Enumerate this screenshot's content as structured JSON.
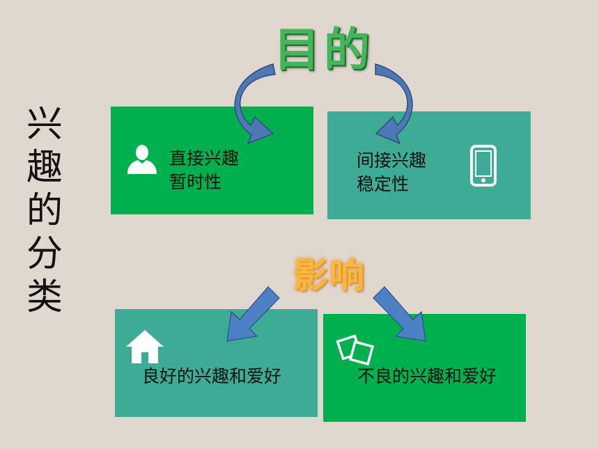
{
  "side_title": [
    "兴",
    "趣",
    "的",
    "分",
    "类"
  ],
  "purpose_heading": "目的",
  "influence_heading": "影响",
  "boxes": {
    "direct": {
      "line1": "直接兴趣",
      "line2": "暂时性",
      "icon": "person-icon"
    },
    "indirect": {
      "line1": "间接兴趣",
      "line2": "稳定性",
      "icon": "phone-icon"
    },
    "good": {
      "label": "良好的兴趣和爱好",
      "icon": "house-icon"
    },
    "bad": {
      "label": "不良的兴趣和爱好",
      "icon": "cards-icon"
    }
  },
  "colors": {
    "background": "#e0d7cf",
    "green": "#00b04f",
    "teal": "#3dab96",
    "arrow": "#4a7ab8"
  }
}
